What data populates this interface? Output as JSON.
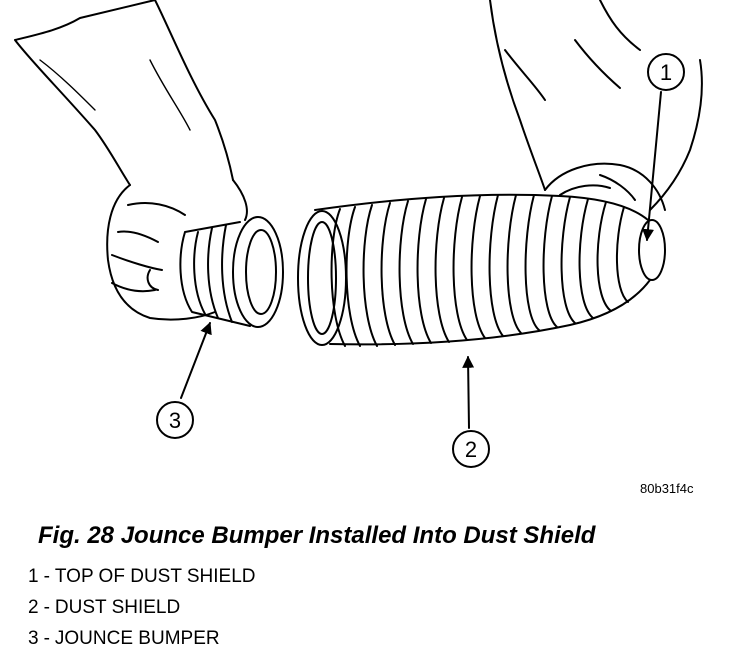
{
  "figure": {
    "image_code": "80b31f4c",
    "caption": "Fig. 28 Jounce Bumper Installed Into Dust Shield",
    "callouts": [
      {
        "number": "1",
        "part": "TOP OF DUST SHIELD"
      },
      {
        "number": "2",
        "part": "DUST SHIELD"
      },
      {
        "number": "3",
        "part": "JOUNCE BUMPER"
      }
    ],
    "legend_separator": "-"
  }
}
